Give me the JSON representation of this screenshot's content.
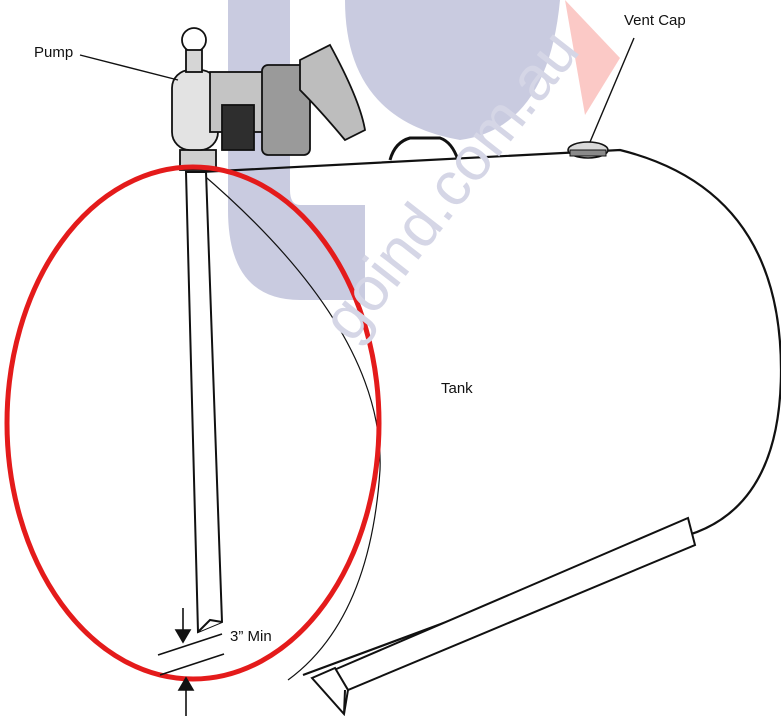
{
  "labels": {
    "pump": "Pump",
    "vent_cap": "Vent Cap",
    "tank": "Tank",
    "clearance": "3” Min"
  },
  "watermark": {
    "text": "goind.com.au",
    "colors": {
      "blue": "#c9cbe0",
      "red": "#fbc9c6",
      "text": "#d5d6e6"
    }
  },
  "colors": {
    "line": "#111111",
    "highlight_ring": "#e41b1b",
    "background": "#ffffff"
  }
}
